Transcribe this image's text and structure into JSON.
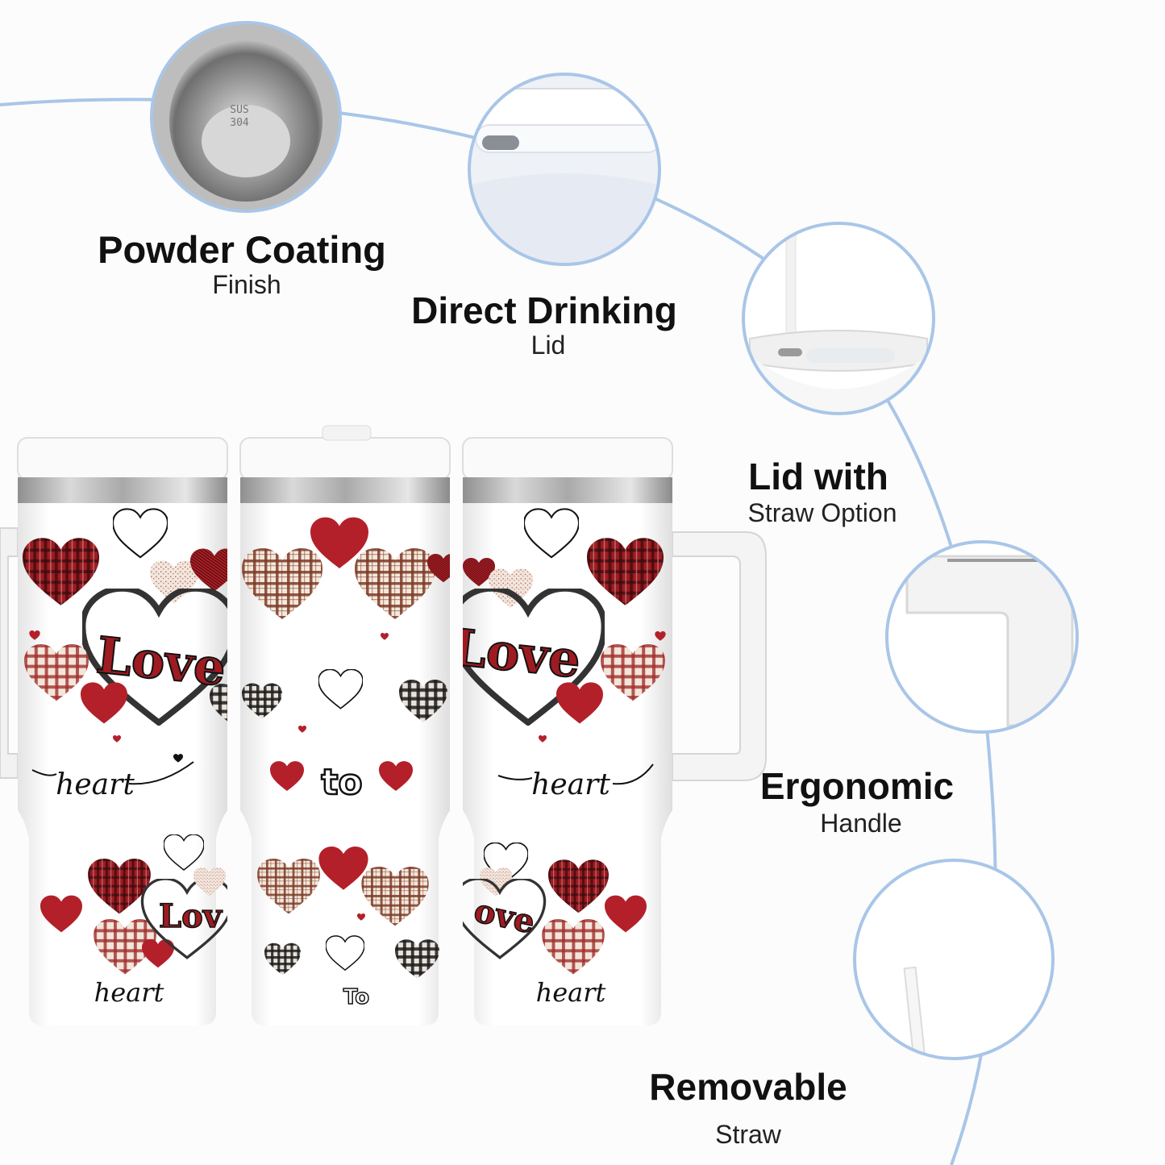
{
  "features": [
    {
      "title": "Powder Coating",
      "subtitle": "Finish"
    },
    {
      "title": "Direct Drinking",
      "subtitle": "Lid"
    },
    {
      "title": "Lid with",
      "subtitle": "Straw Option"
    },
    {
      "title": "Ergonomic",
      "subtitle": "Handle"
    },
    {
      "title": "Removable",
      "subtitle": "Straw"
    }
  ],
  "tumbler_print": {
    "love": "Love",
    "love_partial": "Lov",
    "love_partial_right": "ove",
    "heart": "heart",
    "to": "to",
    "to_bottom": "To",
    "stamp": "SUS 304"
  },
  "colors": {
    "accent_line": "#a9c6e8",
    "heart_red": "#b3202a",
    "plaid_dark": "#7a1418"
  }
}
